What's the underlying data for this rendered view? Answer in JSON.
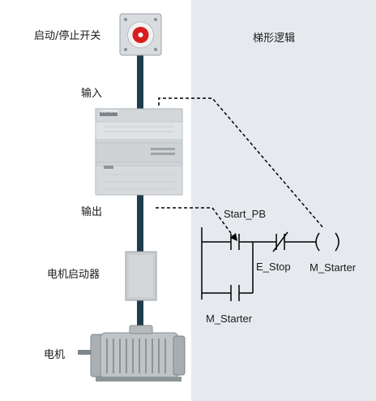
{
  "labels": {
    "start_stop_switch": "启动/停止开关",
    "input": "输入",
    "output": "输出",
    "motor_starter": "电机启动器",
    "motor": "电机",
    "ladder_logic": "梯形逻辑"
  },
  "ladder": {
    "start_pb": "Start_PB",
    "e_stop": "E_Stop",
    "m_starter_coil": "M_Starter",
    "m_starter_contact": "M_Starter"
  },
  "plc": {
    "brand": "SIEMENS"
  },
  "colors": {
    "panel_bg": "#e6eaee",
    "cable": "#1f3c4a",
    "button_red": "#d81e1e",
    "device_gray": "#c8cccf"
  }
}
